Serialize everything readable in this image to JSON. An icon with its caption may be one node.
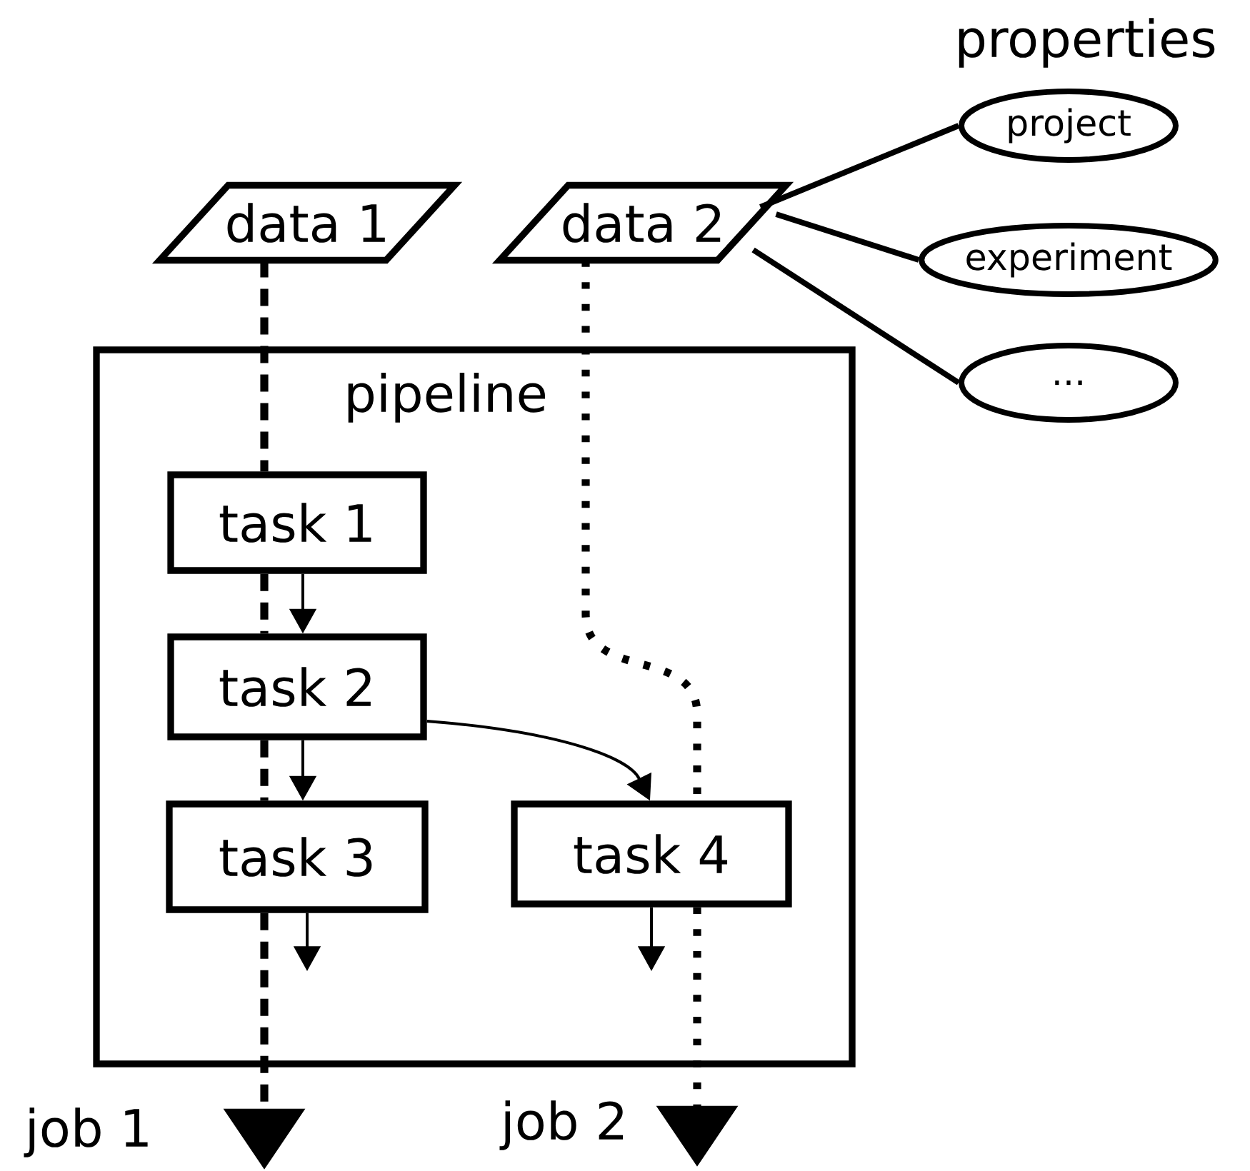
{
  "diagram": {
    "nodes": [
      {
        "text": [
          "data 1"
        ]
      },
      {
        "text": [
          "data 2"
        ]
      },
      {
        "text": [
          "project"
        ]
      },
      {
        "text": [
          "experiment"
        ]
      },
      {
        "text": [
          "..."
        ]
      },
      {
        "text": [
          "pipeline"
        ]
      },
      {
        "text": [
          "task 1"
        ],
        "in": 5
      },
      {
        "text": [
          "task 2"
        ],
        "in": 5
      },
      {
        "text": [
          "task 3"
        ],
        "in": 5
      },
      {
        "text": [
          "task 4"
        ],
        "in": 5
      }
    ],
    "edges": [
      {
        "from": 0,
        "to": null,
        "arrow": "to",
        "style": "dashed",
        "label": "job 1"
      },
      {
        "from": 1,
        "to": null,
        "arrow": "to",
        "style": "dashed",
        "label": "job 2"
      },
      {
        "from": 1,
        "to": 2,
        "arrow": "none",
        "style": "thick"
      },
      {
        "from": 1,
        "to": 3,
        "arrow": "none",
        "style": "thick"
      },
      {
        "from": 1,
        "to": 4,
        "arrow": "none",
        "style": "thick"
      },
      {
        "from": 6,
        "to": 7,
        "arrow": "to"
      },
      {
        "from": 7,
        "to": 8,
        "arrow": "to"
      },
      {
        "from": 7,
        "to": 9,
        "arrow": "to"
      },
      {
        "from": 8,
        "to": null,
        "arrow": "to"
      },
      {
        "from": 9,
        "to": null,
        "arrow": "to"
      }
    ],
    "labels": [
      "properties"
    ]
  }
}
